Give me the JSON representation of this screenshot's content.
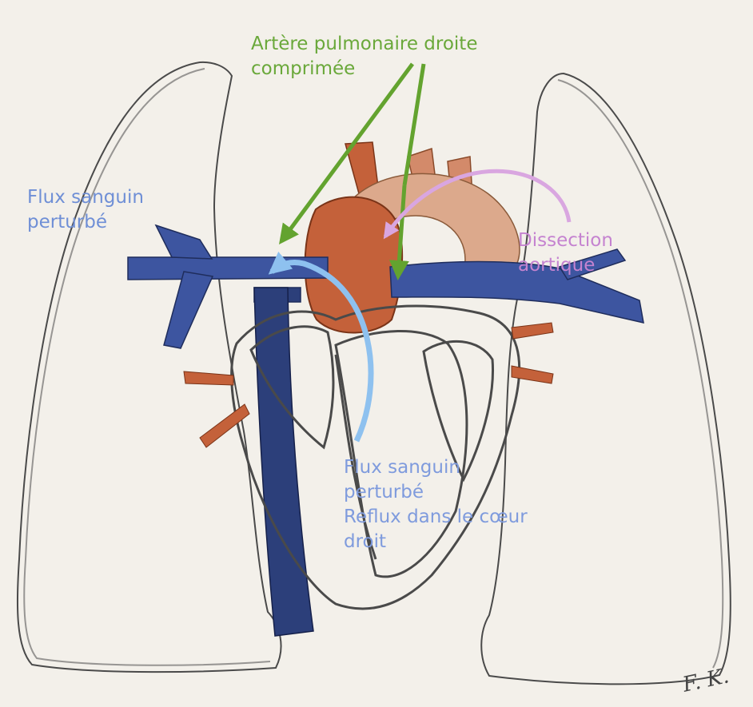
{
  "labels": {
    "pulmonary_artery": [
      "Artère pulmonaire droite",
      "comprimée"
    ],
    "flow_left": [
      "Flux sanguin",
      "perturbé"
    ],
    "dissection": [
      "Dissection",
      "aortique"
    ],
    "flow_lower": [
      "Flux sanguin",
      "perturbé",
      "Reflux dans le cœur",
      "droit"
    ]
  },
  "signature": "F. K.",
  "colors": {
    "paper": "#f3f0ea",
    "pencil": "#4a4a4a",
    "aorta": "#c4613a",
    "aorta_light": "#dca98c",
    "vessel_blue": "#2c3f7a",
    "vessel_blue_light": "#6c7fb8",
    "arrow_green": "#63a32f",
    "arrow_blue": "#8ec1ef",
    "arrow_violet": "#d9a6e0"
  },
  "icons": [
    "arrow-head-green",
    "arrow-head-blue",
    "arrow-head-violet"
  ]
}
